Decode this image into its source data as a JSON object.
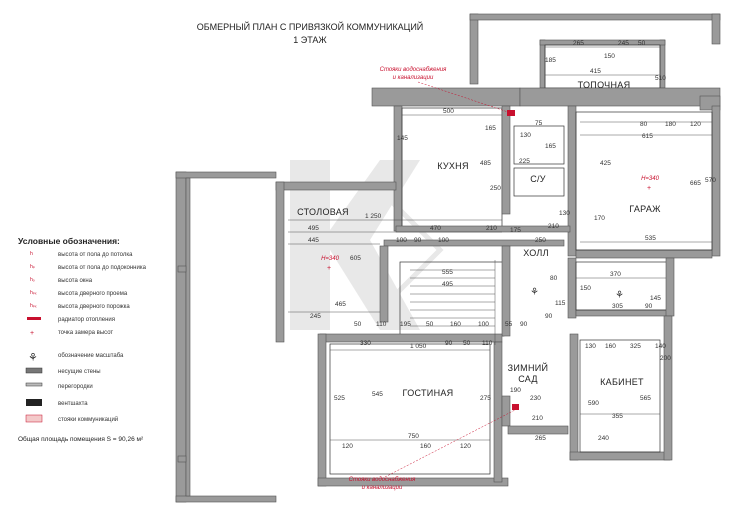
{
  "header": {
    "line1": "ОБМЕРНЫЙ ПЛАН С ПРИВЯЗКОЙ КОММУНИКАЦИЙ",
    "line2": "1 ЭТАЖ"
  },
  "rooms": {
    "topochnaya": "ТОПОЧНАЯ",
    "kuhnya": "КУХНЯ",
    "su": "С/У",
    "garazh": "ГАРАЖ",
    "stolovaya": "СТОЛОВАЯ",
    "holl": "ХОЛЛ",
    "gostinaya": "ГОСТИНАЯ",
    "zimniy_sad_1": "ЗИМНИЙ",
    "zimniy_sad_2": "САД",
    "kabinet": "КАБИНЕТ"
  },
  "heights": {
    "garazh": "H=340",
    "stolovaya": "H=340"
  },
  "notes": {
    "top_line1": "Стояки водоснабжения",
    "top_line2": "и канализации",
    "bottom_line1": "Стояки водоснабжения",
    "bottom_line2": "и канализации"
  },
  "legend": {
    "title": "Условные обозначения:",
    "items": [
      "высота от пола до потолка",
      "высота от пола до подоконника",
      "высота окна",
      "высота дверного проема",
      "высота дверного порожка",
      "радиатор отопления",
      "точка замера высот",
      "обозначение масштаба",
      "несущие стены",
      "перегородки",
      "вентшахта",
      "стояки коммуникаций"
    ],
    "area": "Общая площадь помещения  S = 90,26 м²"
  },
  "dimensions": {
    "top_265": "265",
    "top_245": "245",
    "top_50": "50",
    "t_415": "415",
    "t_185": "185",
    "t_510": "510",
    "t_150": "150",
    "k_500": "500",
    "k_165": "165",
    "k_145": "145",
    "k_485": "485",
    "k_250": "250",
    "s_130": "130",
    "s_165": "165",
    "s_75": "75",
    "s_225": "225",
    "g_80": "80",
    "g_180": "180",
    "g_120": "120",
    "g_615": "615",
    "g_425": "425",
    "g_665": "665",
    "g_570": "570",
    "g_535": "535",
    "g_170": "170",
    "st_1250": "1 250",
    "st_495": "495",
    "st_470": "470",
    "st_210": "210",
    "st_445": "445",
    "st_605": "605",
    "st_100a": "100",
    "st_90": "90",
    "st_100b": "100",
    "st_175": "175",
    "st_250": "250",
    "st_210b": "210",
    "st_130": "130",
    "h_555": "555",
    "h_495": "495",
    "h_245": "245",
    "h_465": "465",
    "h_50a": "50",
    "h_110a": "110",
    "h_195": "195",
    "h_50b": "50",
    "h_160": "160",
    "h_100": "100",
    "h_55": "55",
    "h_90a": "90",
    "h_90b": "90",
    "h_80": "80",
    "h_115": "115",
    "c_370": "370",
    "c_305": "305",
    "c_150": "150",
    "c_145": "145",
    "c_90": "90",
    "g_1050": "1 050",
    "g_330": "330",
    "g_90": "90",
    "g_50": "50",
    "g_110": "110",
    "g_525": "525",
    "g_545": "545",
    "g_750": "750",
    "g_120b": "120",
    "g_160b": "160",
    "g_275": "275",
    "g_120c": "120",
    "z_190": "190",
    "z_230": "230",
    "z_210": "210",
    "z_265": "265",
    "kb_130": "130",
    "kb_590": "590",
    "kb_565": "565",
    "kb_355": "355",
    "kb_240": "240",
    "br_160": "160",
    "br_325": "325",
    "br_140": "140",
    "br_200": "200"
  }
}
